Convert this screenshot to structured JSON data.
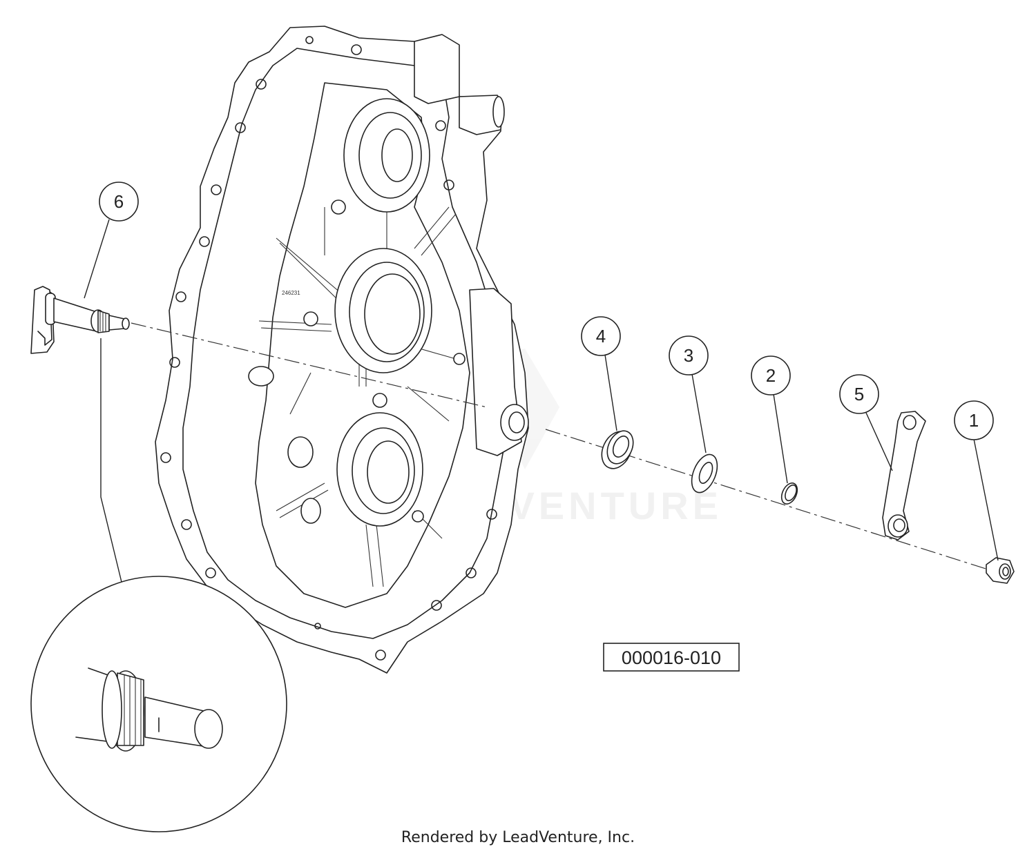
{
  "diagram": {
    "callouts": [
      {
        "id": "6",
        "label": "6"
      },
      {
        "id": "4",
        "label": "4"
      },
      {
        "id": "3",
        "label": "3"
      },
      {
        "id": "2",
        "label": "2"
      },
      {
        "id": "5",
        "label": "5"
      },
      {
        "id": "1",
        "label": "1"
      }
    ],
    "casting_stamp": "246231",
    "part_number": "000016-010",
    "watermark": "LEADVENTURE",
    "footer": "Rendered by LeadVenture, Inc."
  }
}
